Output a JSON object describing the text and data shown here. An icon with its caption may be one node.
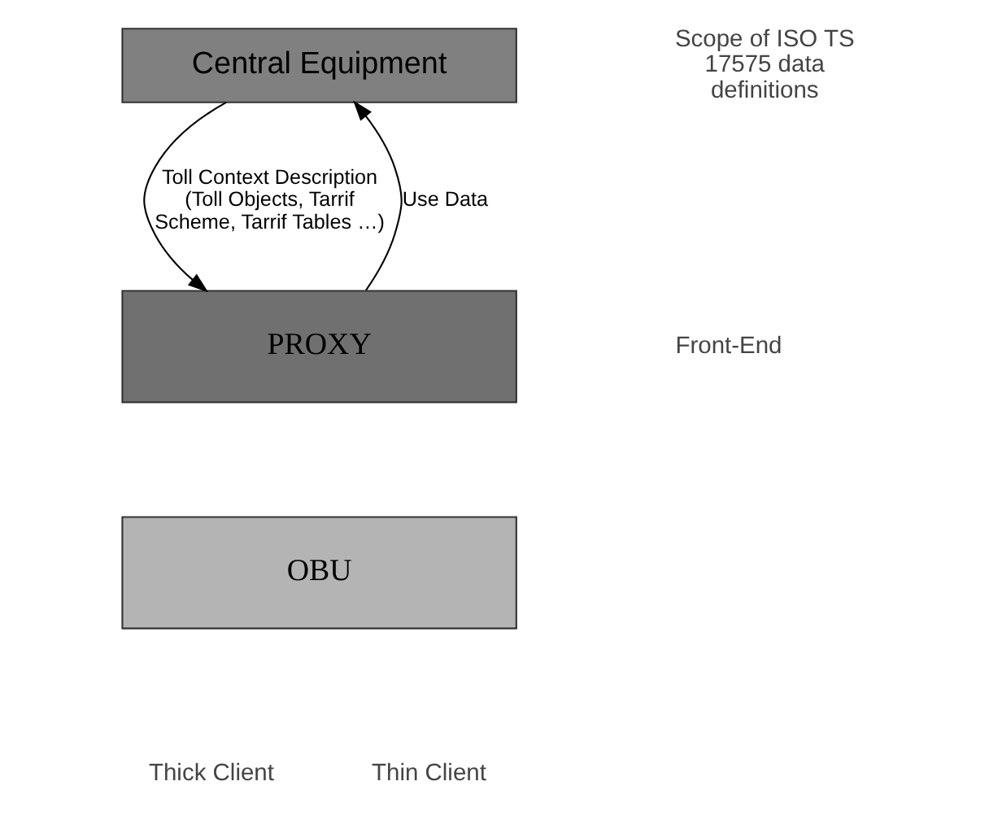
{
  "diagram": {
    "nodes": [
      {
        "text": [
          "Central Equipment"
        ]
      },
      {
        "text": [
          "PROXY"
        ]
      },
      {
        "text": [
          "OBU"
        ]
      }
    ],
    "edges": [
      {
        "from": 0,
        "to": 1,
        "arrow": "to",
        "label": "Toll Context Description (Toll Objects, Tarrif Scheme, Tarrif Tables …)"
      },
      {
        "from": 1,
        "to": 0,
        "arrow": "to",
        "label": "Use Data"
      }
    ],
    "labels": [
      "Scope of ISO TS 17575 data definitions",
      "Front-End",
      "Thick Client",
      "Thin Client"
    ]
  }
}
